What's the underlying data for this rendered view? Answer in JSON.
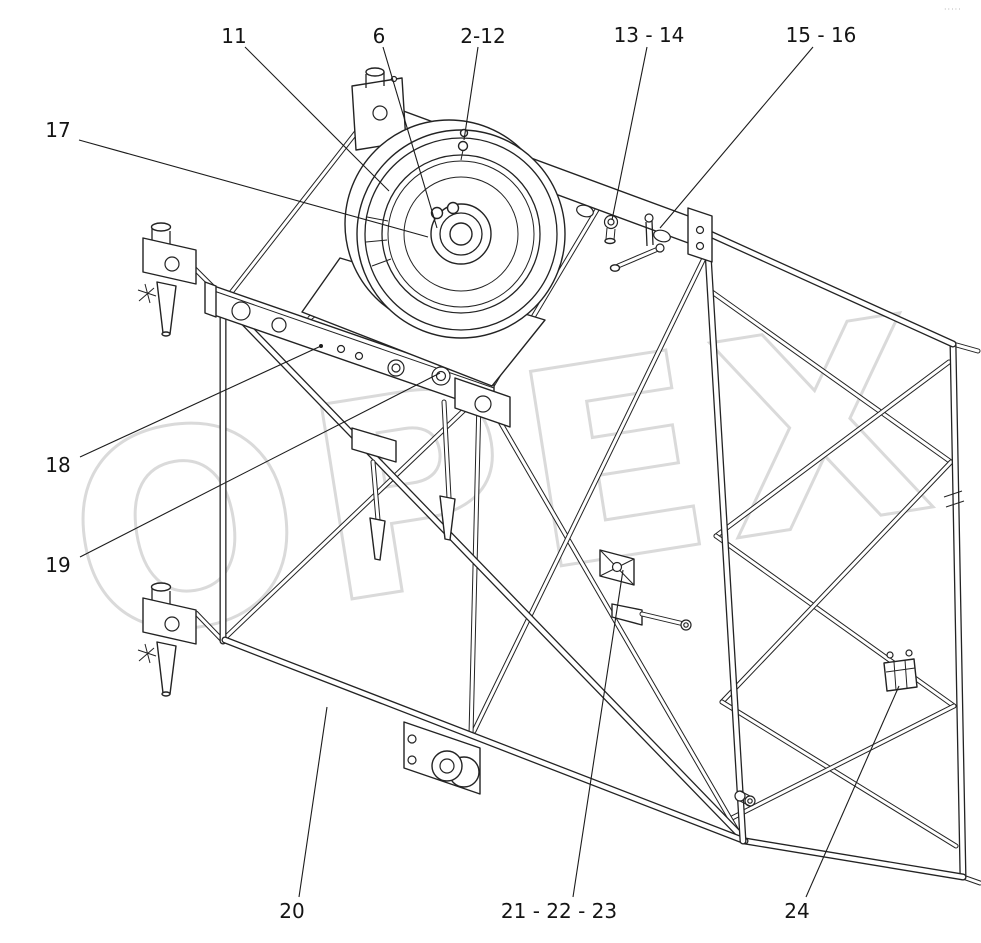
{
  "diagram": {
    "type": "technical-parts-diagram",
    "watermark": "OPEX",
    "corner_mark": "·····",
    "background": "#ffffff",
    "line_color": "#232323",
    "watermark_color": "#dadada",
    "callouts": [
      {
        "label": "11"
      },
      {
        "label": "6"
      },
      {
        "label": "2-12"
      },
      {
        "label": "13 - 14"
      },
      {
        "label": "15 - 16"
      },
      {
        "label": "17"
      },
      {
        "label": "18"
      },
      {
        "label": "19"
      },
      {
        "label": "20"
      },
      {
        "label": "21 - 22 - 23"
      },
      {
        "label": "24"
      }
    ]
  }
}
